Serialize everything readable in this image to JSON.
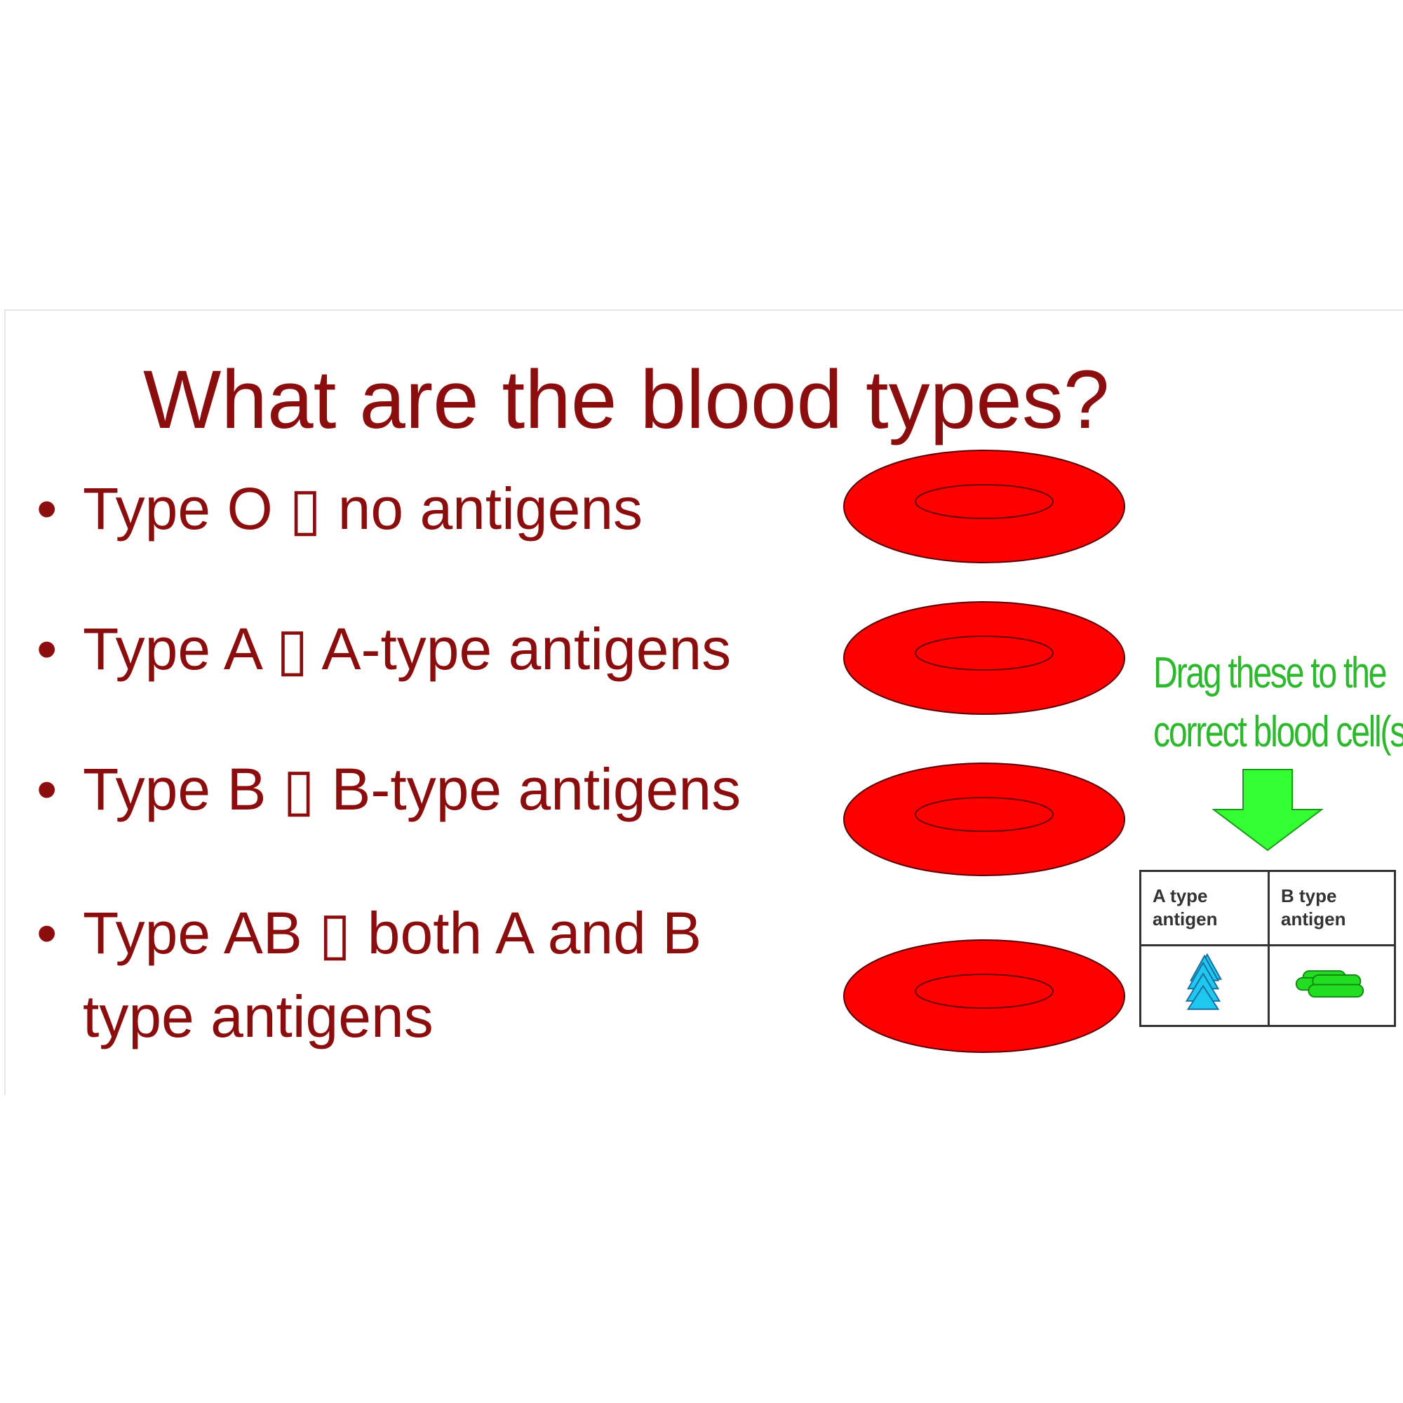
{
  "slide": {
    "title": "What are the blood types?",
    "bullet_char": "•",
    "bullets": [
      {
        "lines": [
          "Type O ▯ no antigens"
        ]
      },
      {
        "lines": [
          "Type A ▯ A-type antigens"
        ]
      },
      {
        "lines": [
          "Type B ▯ B-type antigens"
        ]
      },
      {
        "lines": [
          "Type AB ▯ both A and B",
          "type antigens"
        ]
      }
    ],
    "instruction": {
      "line1": "Drag these to the",
      "line2": "correct blood cell(s)."
    },
    "antigen_table": {
      "a_label_line1": "A type",
      "a_label_line2": "antigen",
      "b_label_line1": "B type",
      "b_label_line2": "antigen"
    },
    "icons": {
      "red_blood_cell": "red-blood-cell-icon",
      "down_arrow": "green-down-arrow-icon",
      "a_antigen": "blue-triangle-stack-icon",
      "b_antigen": "green-capsule-stack-icon"
    },
    "colors": {
      "title_text": "#8b0d0d",
      "blood_cell": "#ff0000",
      "instruction_text": "#2eb82e",
      "arrow": "#33ff33",
      "a_antigen": "#1ec8ef",
      "b_antigen": "#22dd22"
    }
  }
}
